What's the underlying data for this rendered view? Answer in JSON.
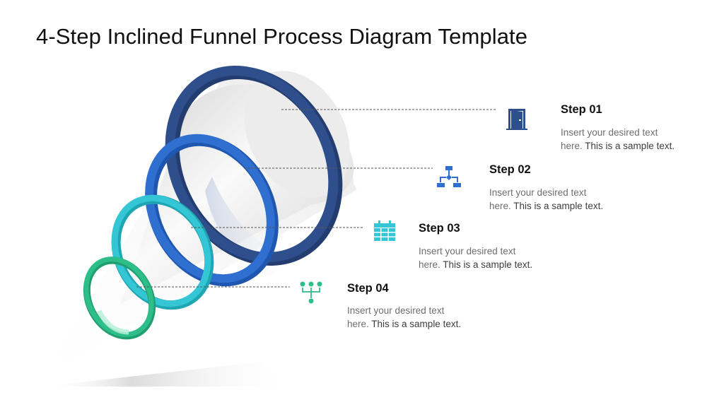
{
  "title": "4-Step Inclined Funnel Process Diagram Template",
  "colors": {
    "step1": "#2E4E8C",
    "step2": "#2F6FD0",
    "step3": "#2EC3D0",
    "step4": "#2DBE8A",
    "cone": "#E6E6E6",
    "connector": "#555555"
  },
  "steps": [
    {
      "label": "Step 01",
      "desc_line1": "Insert your desired text",
      "desc_line2a": "here.",
      "desc_line2b": " This is a sample text.",
      "icon": "door-icon"
    },
    {
      "label": "Step 02",
      "desc_line1": "Insert your desired text",
      "desc_line2a": "here.",
      "desc_line2b": " This is a sample text.",
      "icon": "flowchart-icon"
    },
    {
      "label": "Step 03",
      "desc_line1": "Insert your desired text",
      "desc_line2a": "here.",
      "desc_line2b": " This is a sample text.",
      "icon": "calendar-icon"
    },
    {
      "label": "Step 04",
      "desc_line1": "Insert your desired text",
      "desc_line2a": "here.",
      "desc_line2b": " This is a sample text.",
      "icon": "hierarchy-merge-icon"
    }
  ]
}
